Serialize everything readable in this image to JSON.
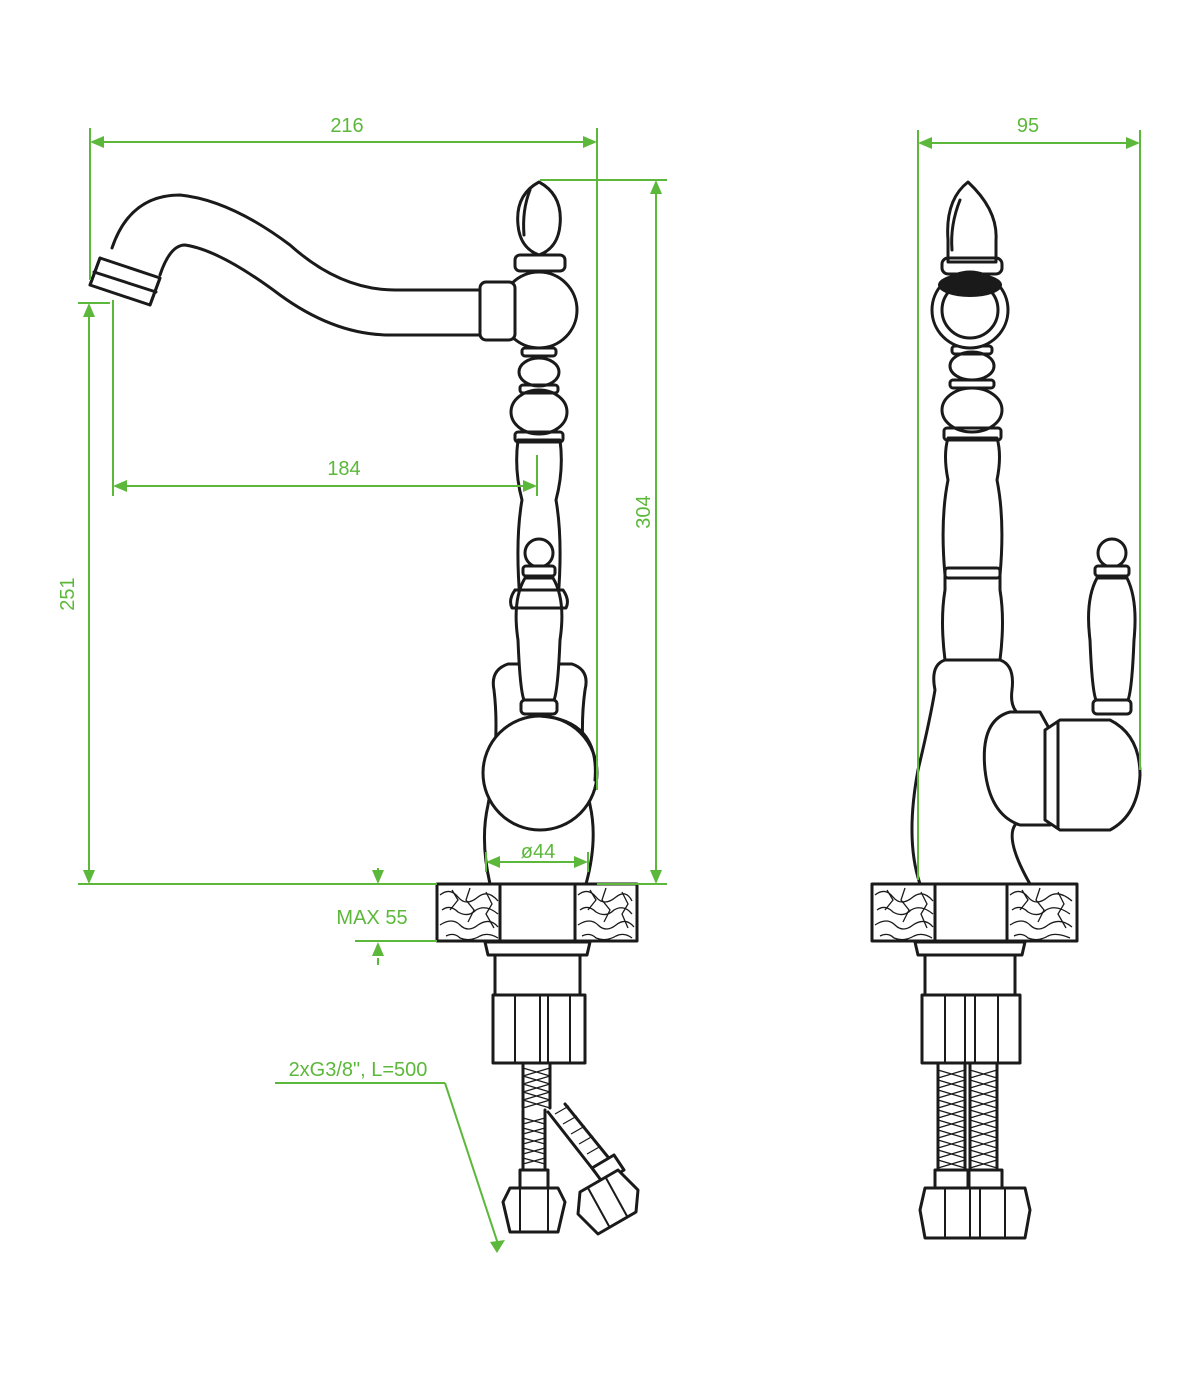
{
  "dimensions": {
    "overall_width": "216",
    "spout_reach": "184",
    "overall_height": "304",
    "spout_height": "251",
    "base_diameter": "ø44",
    "max_countertop": "MAX 55",
    "side_width": "95"
  },
  "hose_spec": "2xG3/8\", L=500",
  "colors": {
    "dimension": "#5cb83a",
    "outline": "#1a1a1a",
    "background": "#ffffff"
  }
}
